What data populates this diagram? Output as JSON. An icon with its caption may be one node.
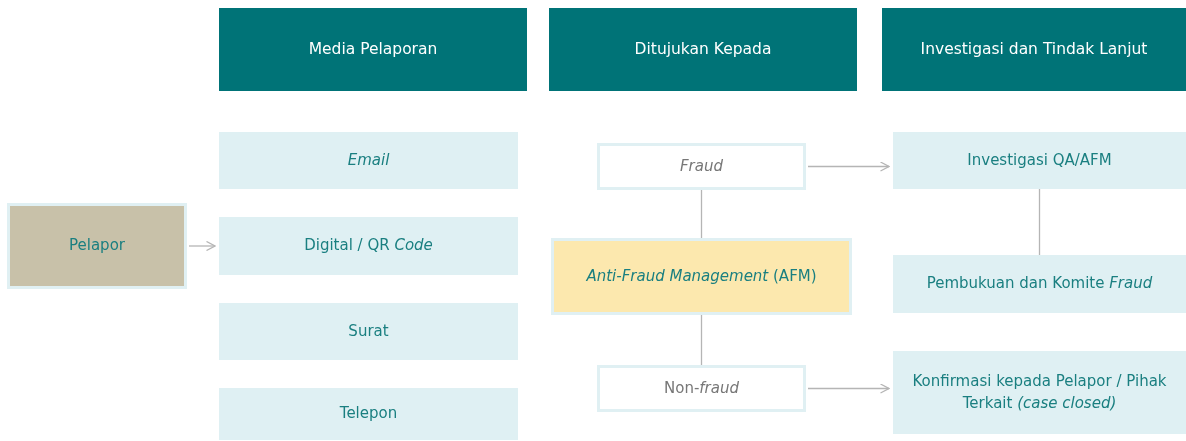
{
  "diagram": {
    "nodes": [
      {
        "text": [
          "Media Pelaporan"
        ]
      },
      {
        "text": [
          "Ditujukan Kepada"
        ]
      },
      {
        "text": [
          "Investigasi dan Tindak Lanjut"
        ]
      },
      {
        "text": [
          "Pelapor"
        ]
      },
      {
        "text": [
          "Email"
        ]
      },
      {
        "text": [
          "Digital / QR *Code*"
        ]
      },
      {
        "text": [
          "Surat"
        ]
      },
      {
        "text": [
          "Telepon"
        ]
      },
      {
        "text": [
          "Fraud"
        ]
      },
      {
        "text": [
          "*Anti-Fraud Management* (AFM)"
        ]
      },
      {
        "text": [
          "Non-*fraud*"
        ]
      },
      {
        "text": [
          "Investigasi QA/AFM"
        ]
      },
      {
        "text": [
          "Pembukuan dan Komite *Fraud*"
        ]
      },
      {
        "text": [
          "Konfirmasi kepada Pelapor / Pihak Terkait *(case closed)*"
        ]
      }
    ],
    "edges": [
      {
        "from": 3,
        "to": 5,
        "arrow": "to"
      },
      {
        "from": 8,
        "to": 9,
        "arrow": "none"
      },
      {
        "from": 9,
        "to": 10,
        "arrow": "none"
      },
      {
        "from": 8,
        "to": 11,
        "arrow": "to"
      },
      {
        "from": 10,
        "to": 13,
        "arrow": "to"
      },
      {
        "from": 11,
        "to": 12,
        "arrow": "none"
      }
    ]
  }
}
